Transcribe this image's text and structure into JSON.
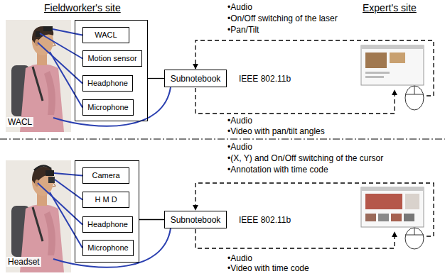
{
  "diagram": {
    "nodes": [
      {
        "text": []
      },
      {
        "text": [
          "WACL"
        ],
        "in": 0
      },
      {
        "text": [
          "Motion sensor"
        ],
        "in": 0
      },
      {
        "text": [
          "Headphone"
        ],
        "in": 0
      },
      {
        "text": [
          "Microphone"
        ],
        "in": 0
      },
      {
        "text": [
          "Subnotebook"
        ]
      },
      {
        "text": []
      },
      {
        "text": [
          "Camera"
        ],
        "in": 6
      },
      {
        "text": [
          "H M D"
        ],
        "in": 6
      },
      {
        "text": [
          "Headphone"
        ],
        "in": 6
      },
      {
        "text": [
          "Microphone"
        ],
        "in": 6
      },
      {
        "text": [
          "Subnotebook"
        ]
      }
    ],
    "edges": [
      {
        "from": 0,
        "to": 5,
        "arrow": "none"
      },
      {
        "from": 6,
        "to": 11,
        "arrow": "none"
      }
    ],
    "labels": [
      "Fieldworker's site",
      "Expert's site",
      "•Audio",
      "•On/Off switching of the laser",
      "•Pan/Tilt",
      "WACL",
      "IEEE 802.11b",
      "•Audio",
      "•Video with pan/tilt angles",
      "•Audio",
      "•(X, Y) and On/Off switching of the cursor",
      "•Annotation with time code",
      "Headset",
      "IEEE 802.11b",
      "•Audio",
      "•Video with time code"
    ]
  }
}
